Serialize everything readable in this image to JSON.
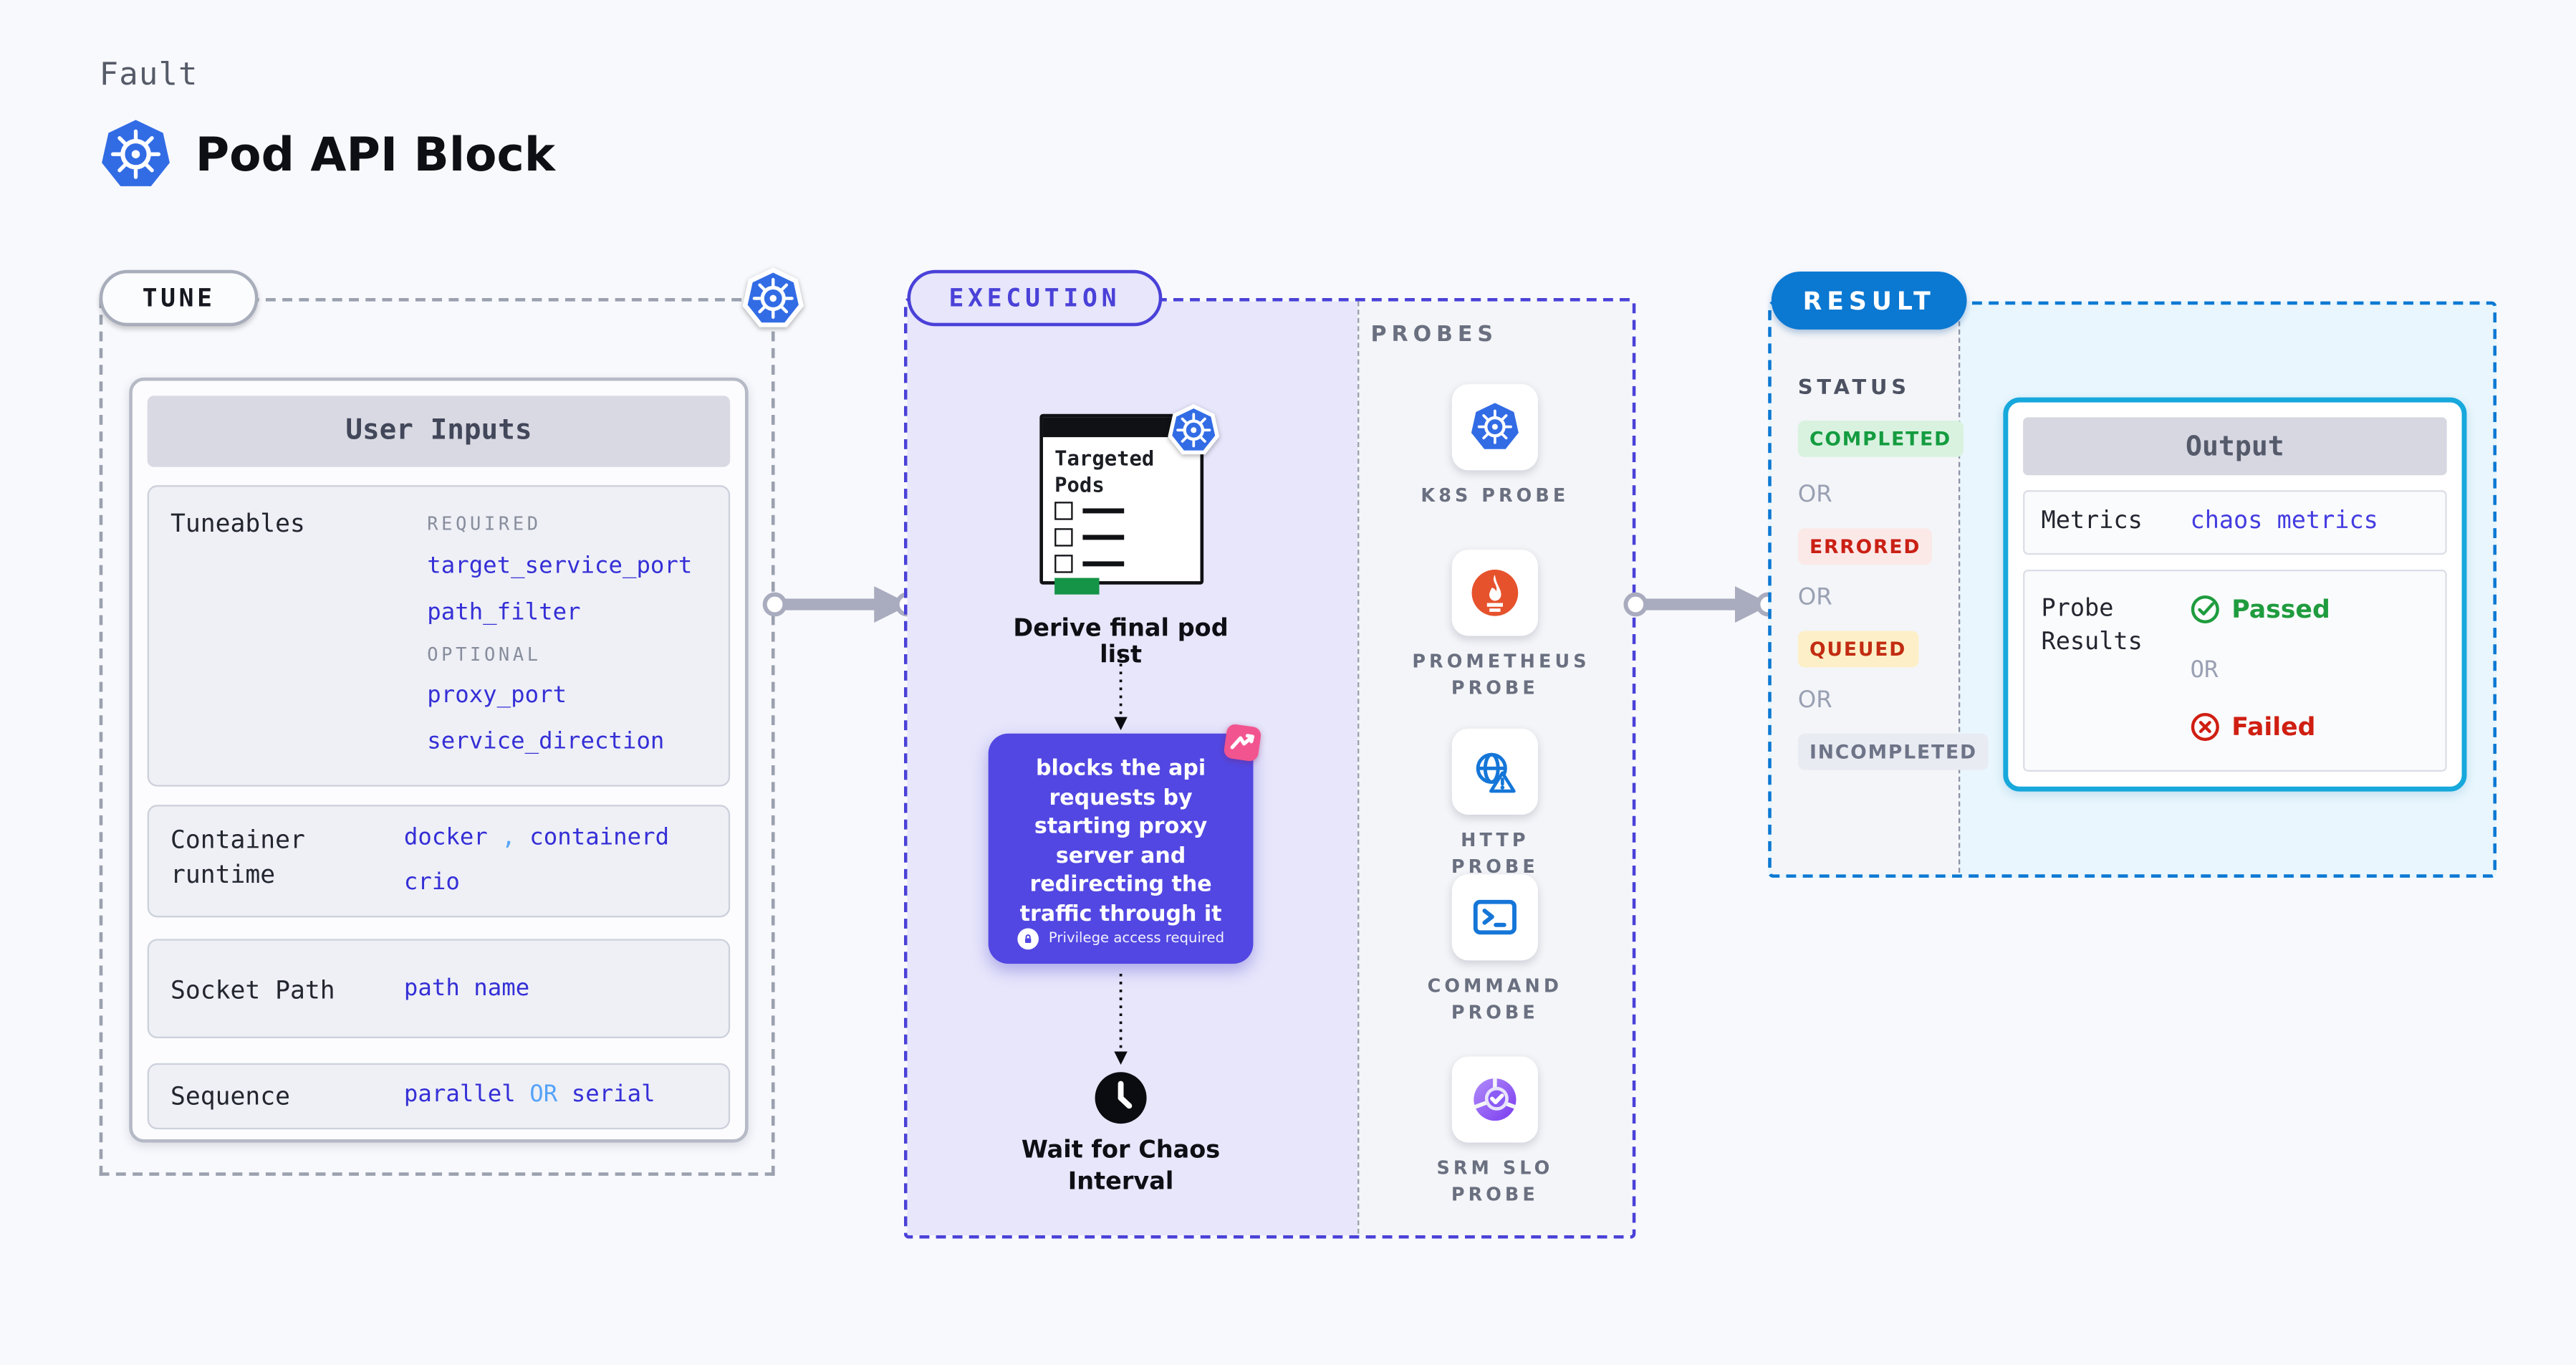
{
  "header": {
    "kicker": "Fault",
    "title": "Pod API Block",
    "icon": "kubernetes-icon"
  },
  "tune": {
    "badge": "TUNE",
    "corner_icon": "kubernetes-icon",
    "card_title": "User Inputs",
    "tuneables": {
      "label": "Tuneables",
      "required_heading": "REQUIRED",
      "required_items": [
        "target_service_port",
        "path_filter"
      ],
      "optional_heading": "OPTIONAL",
      "optional_items": [
        "proxy_port",
        "service_direction"
      ]
    },
    "container_runtime": {
      "label": "Container runtime",
      "value_a": "docker",
      "comma": ",",
      "value_b": "containerd",
      "value_c": "crio"
    },
    "socket_path": {
      "label": "Socket Path",
      "value": "path name"
    },
    "sequence": {
      "label": "Sequence",
      "value_a": "parallel",
      "or": "OR",
      "value_b": "serial"
    }
  },
  "execution": {
    "badge": "EXECUTION",
    "pod_card_title": "Targeted Pods",
    "pod_card_icon": "kubernetes-icon",
    "step1": "Derive final pod list",
    "action": {
      "text": "blocks the api requests by starting proxy server and redirecting the traffic through it",
      "note": "Privilege access required",
      "note_icon": "lock-icon",
      "corner_icon": "chaos-arrow-icon"
    },
    "wait_icon": "clock-icon",
    "wait_label": "Wait for Chaos Interval"
  },
  "probes": {
    "title": "PROBES",
    "items": [
      {
        "name": "K8S PROBE",
        "icon": "kubernetes-icon"
      },
      {
        "name": "PROMETHEUS PROBE",
        "icon": "prometheus-icon"
      },
      {
        "name": "HTTP PROBE",
        "icon": "http-globe-warning-icon"
      },
      {
        "name": "COMMAND PROBE",
        "icon": "terminal-icon"
      },
      {
        "name": "SRM SLO PROBE",
        "icon": "slo-pie-check-icon"
      }
    ]
  },
  "result": {
    "badge": "RESULT",
    "status": {
      "title": "STATUS",
      "or": "OR",
      "options": [
        {
          "label": "COMPLETED",
          "type": "success",
          "text_color": "#149c40",
          "bg_color": "#d9f2e0"
        },
        {
          "label": "ERRORED",
          "type": "error",
          "text_color": "#ca2015",
          "bg_color": "#fbe9e8"
        },
        {
          "label": "QUEUED",
          "type": "warning",
          "text_color": "#c22c12",
          "bg_color": "#fdf0c8"
        },
        {
          "label": "INCOMPLETED",
          "type": "neutral",
          "text_color": "#6e7488",
          "bg_color": "#e9ebf2"
        }
      ]
    },
    "output": {
      "title": "Output",
      "metrics_label": "Metrics",
      "metrics_value": "chaos metrics",
      "probe_results_label": "Probe Results",
      "passed": "Passed",
      "passed_icon": "check-circle-icon",
      "or": "OR",
      "failed": "Failed",
      "failed_icon": "x-circle-icon"
    }
  },
  "colors": {
    "page_bg": "#f8f9fd",
    "accent_indigo": "#4a41d8",
    "execution_bg": "#e7e6fb",
    "action_purple": "#5247e2",
    "pink_sticker": "#f2548f",
    "result_blue": "#0b78d2",
    "result_bg": "#e9f6fd",
    "output_border_cyan": "#17a8dc",
    "k8s_blue": "#326ce5",
    "prometheus_orange": "#e6522c",
    "http_blue": "#1576d8",
    "srm_purple": "#7a3bef",
    "success_green": "#1f9c3e",
    "error_red": "#cf1f12",
    "arrow_gray": "#a9abbe",
    "tune_border_gray": "#9ba1ae",
    "pod_list_green": "#159447"
  }
}
